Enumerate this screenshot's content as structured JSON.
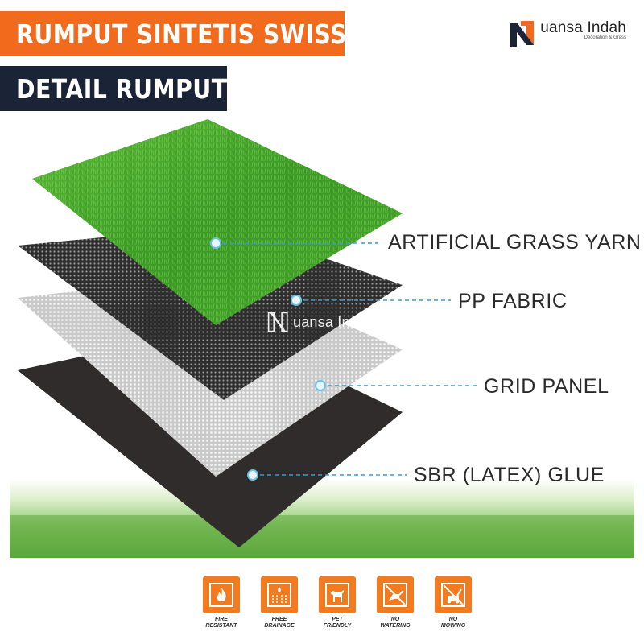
{
  "banner": {
    "title": "RUMPUT SINTETIS SWISS",
    "subtitle": "DETAIL RUMPUT"
  },
  "brand": {
    "name": "uansa Indah",
    "tagline": "Decoration & Grass",
    "logo_letter": "N"
  },
  "watermark": {
    "text": "uansa Indah"
  },
  "layers": [
    {
      "label": "ARTIFICIAL GRASS YARN"
    },
    {
      "label": "PP FABRIC"
    },
    {
      "label": "GRID PANEL"
    },
    {
      "label": "SBR (LATEX) GLUE"
    }
  ],
  "features": [
    {
      "icon": "fire-icon",
      "line1": "FIRE",
      "line2": "RESISTANT"
    },
    {
      "icon": "drainage-icon",
      "line1": "FREE",
      "line2": "DRAINAGE"
    },
    {
      "icon": "dog-icon",
      "line1": "PET",
      "line2": "FRIENDLY"
    },
    {
      "icon": "no-watering-icon",
      "line1": "NO",
      "line2": "WATERING"
    },
    {
      "icon": "no-mowing-icon",
      "line1": "NO",
      "line2": "MOWING"
    }
  ],
  "colors": {
    "orange": "#f26b1d",
    "navy": "#1b2437",
    "grass": "#4aa830",
    "leader": "#3a9bc9"
  }
}
